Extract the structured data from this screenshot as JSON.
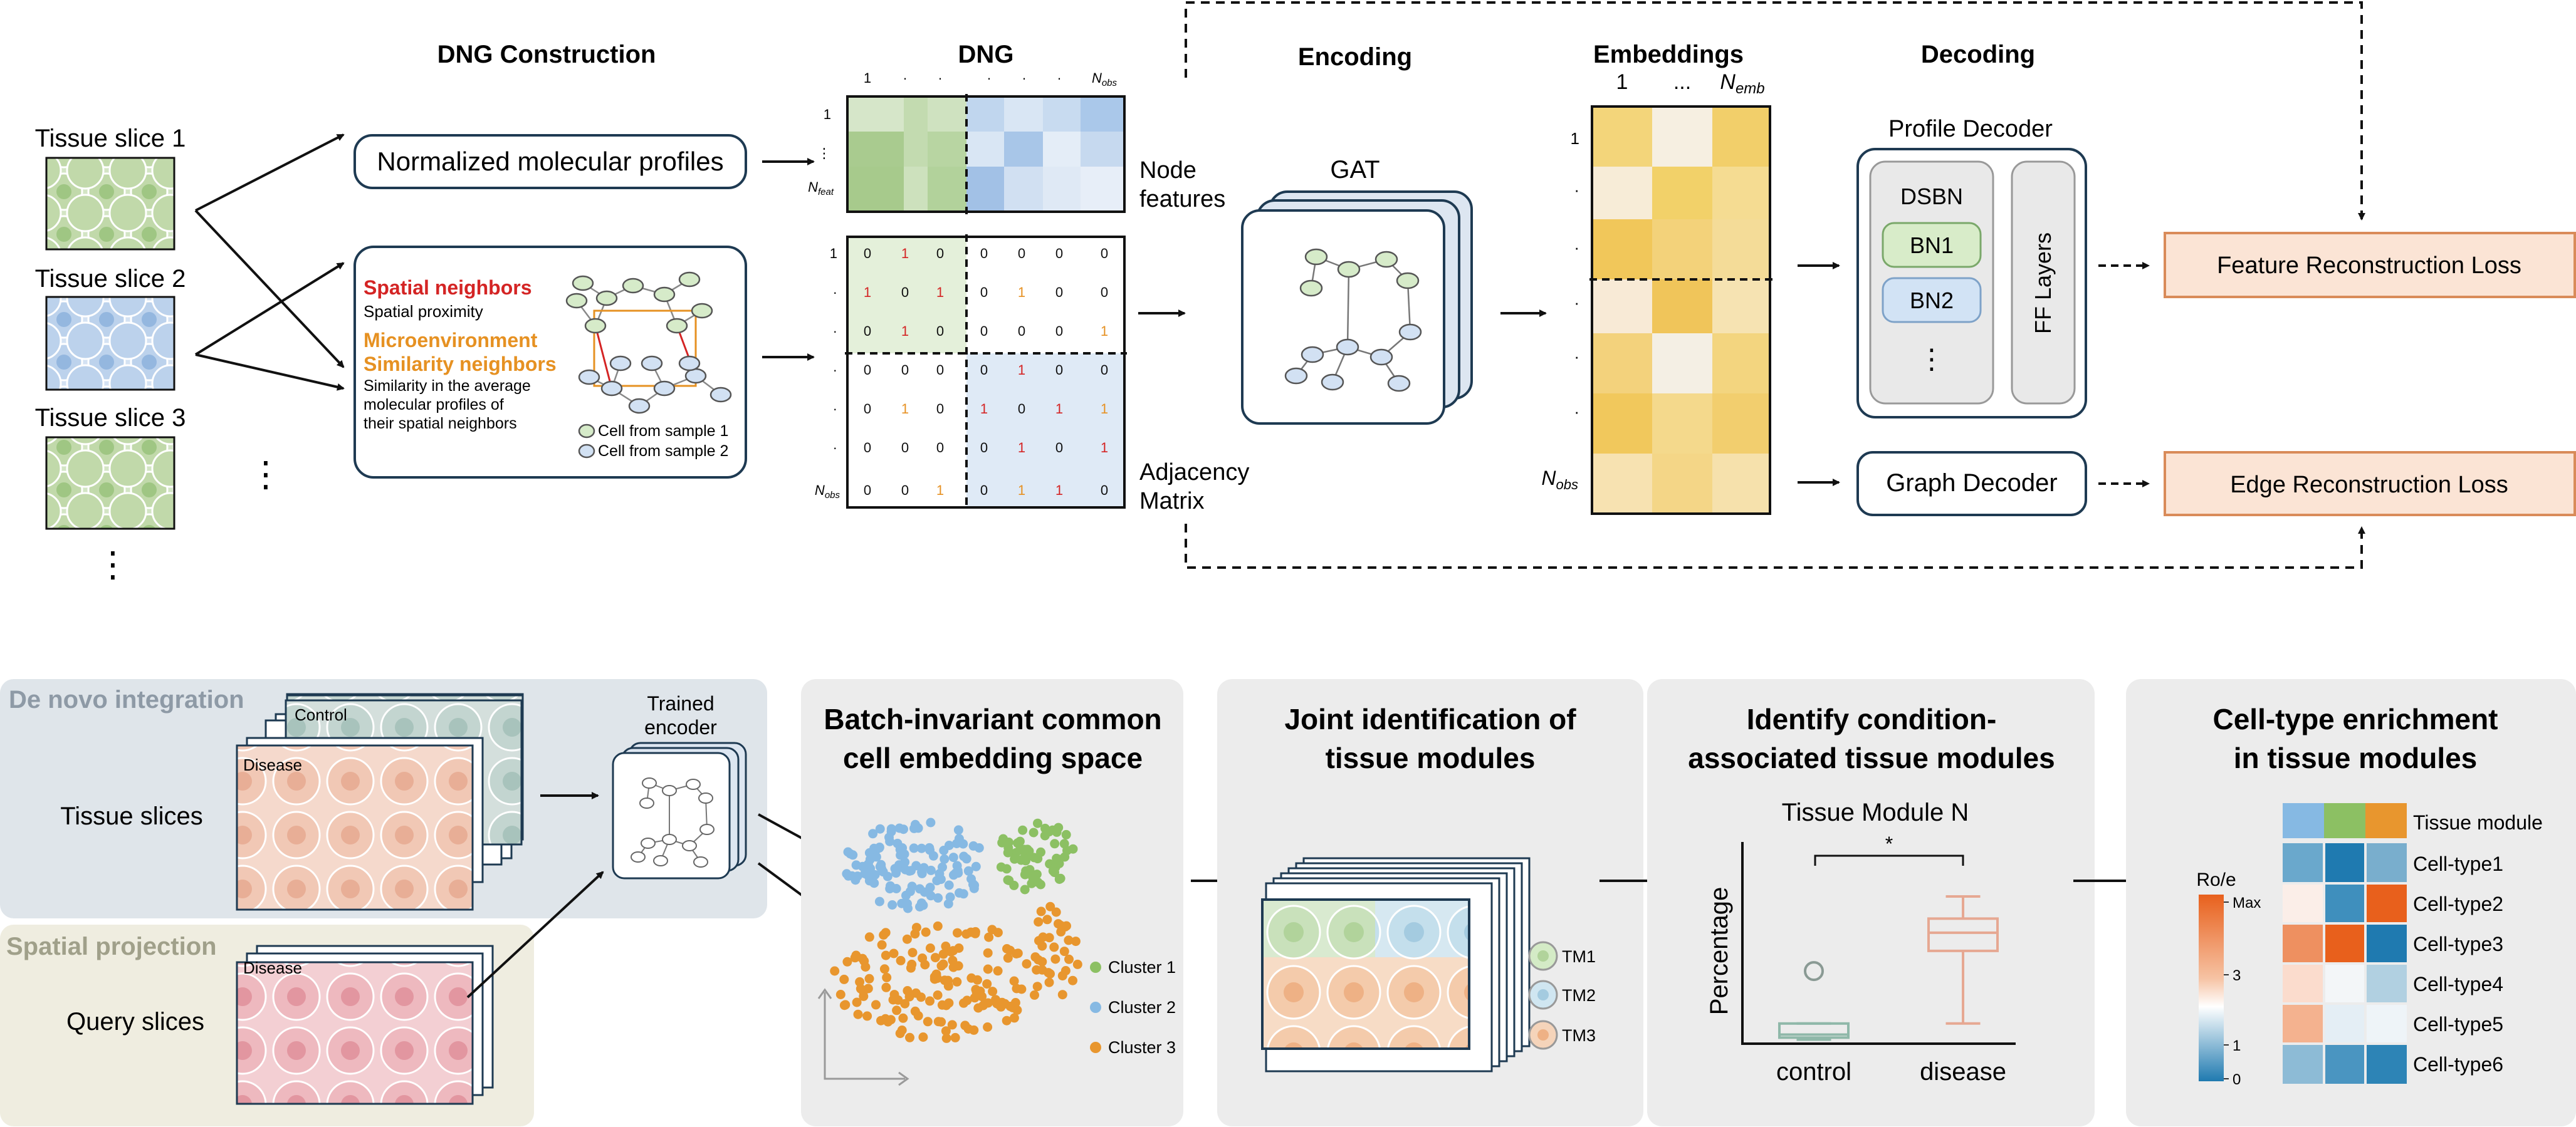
{
  "top": {
    "headers": {
      "dng_construction": "DNG Construction",
      "dng": "DNG",
      "encoding": "Encoding",
      "embeddings": "Embeddings",
      "decoding": "Decoding"
    },
    "tissue_slices": [
      "Tissue slice 1",
      "Tissue slice 2",
      "Tissue slice 3"
    ],
    "vertical_ellipsis": "⋮",
    "normalized_profiles": "Normalized molecular profiles",
    "neighbors_box": {
      "spatial_title": "Spatial neighbors",
      "spatial_desc": "Spatial proximity",
      "micro_title_1": "Microenvironment",
      "micro_title_2": "Similarity neighbors",
      "micro_desc_1": "Similarity in the average",
      "micro_desc_2": "molecular profiles of",
      "micro_desc_3": "their spatial neighbors",
      "legend_sample1": "Cell from sample 1",
      "legend_sample2": "Cell from sample 2"
    },
    "feature_matrix": {
      "col_labels": [
        "1",
        "·",
        "·",
        "·",
        "·",
        "·",
        "N"
      ],
      "col_last_sub": "obs",
      "row_labels": [
        "1",
        "⋮",
        "N"
      ],
      "row_last_sub": "feat",
      "side_label_1": "Node",
      "side_label_2": "features"
    },
    "adjacency": {
      "row_labels": [
        "1",
        "·",
        "·",
        "·",
        "·",
        "·",
        "N"
      ],
      "row_last_sub": "obs",
      "rows": [
        [
          "0",
          "1",
          "0",
          "0",
          "0",
          "0",
          "0"
        ],
        [
          "1",
          "0",
          "1",
          "0",
          "1",
          "0",
          "0"
        ],
        [
          "0",
          "1",
          "0",
          "0",
          "0",
          "0",
          "1"
        ],
        [
          "0",
          "0",
          "0",
          "0",
          "1",
          "0",
          "0"
        ],
        [
          "0",
          "1",
          "0",
          "1",
          "0",
          "1",
          "1"
        ],
        [
          "0",
          "0",
          "0",
          "0",
          "1",
          "0",
          "1"
        ],
        [
          "0",
          "0",
          "1",
          "0",
          "1",
          "1",
          "0"
        ]
      ],
      "side_label_1": "Adjacency",
      "side_label_2": "Matrix"
    },
    "gat_label": "GAT",
    "embeddings": {
      "col_labels": [
        "1",
        "...",
        "N"
      ],
      "col_last_sub": "emb",
      "row_labels": [
        "1",
        "·",
        "·",
        "·",
        "·",
        "·",
        "·"
      ],
      "n_obs": "N",
      "n_obs_sub": "obs"
    },
    "profile_decoder": {
      "title": "Profile Decoder",
      "dsbn": "DSBN",
      "bn1": "BN1",
      "bn2": "BN2",
      "ellipsis": "⋮",
      "ff_layers": "FF Layers"
    },
    "graph_decoder": "Graph Decoder",
    "feature_loss": "Feature Reconstruction Loss",
    "edge_loss": "Edge Reconstruction Loss"
  },
  "bottom": {
    "denovo": {
      "title": "De novo integration",
      "control": "Control",
      "disease": "Disease",
      "tissue_slices": "Tissue slices"
    },
    "spatial_projection": {
      "title": "Spatial projection",
      "disease": "Disease",
      "query_slices": "Query slices"
    },
    "trained_encoder_1": "Trained",
    "trained_encoder_2": "encoder",
    "panel1": {
      "title_1": "Batch-invariant common",
      "title_2": "cell embedding space",
      "legend": [
        "Cluster 1",
        "Cluster 2",
        "Cluster 3"
      ]
    },
    "panel2": {
      "title_1": "Joint identification of",
      "title_2": "tissue modules",
      "legend": [
        "TM1",
        "TM2",
        "TM3"
      ]
    },
    "panel3": {
      "title_1": "Identify condition-",
      "title_2": "associated tissue modules",
      "chart_title": "Tissue Module N",
      "ylabel": "Percentage",
      "sig": "*"
    },
    "panel4": {
      "title_1": "Cell-type enrichment",
      "title_2": "in tissue modules",
      "tm_label": "Tissue module",
      "scale_title": "Ro/e",
      "scale_ticks": [
        "Max",
        "3",
        "1",
        "0"
      ],
      "rows": [
        "Cell-type1",
        "Cell-type2",
        "Cell-type3",
        "Cell-type4",
        "Cell-type5",
        "Cell-type6"
      ]
    }
  },
  "colors": {
    "green_fill": "#c5dcb1",
    "green_cell": "#a9cb8f",
    "blue_fill": "#c6d8ee",
    "blue_cell": "#9dbde2",
    "red_text": "#d42424",
    "orange_text": "#e69122",
    "dark_stroke": "#1e3a52",
    "loss_fill": "#fbe4d5",
    "loss_stroke": "#d98b59",
    "panel_gray": "#ececec",
    "denovo_bg": "#dfe5ea",
    "projection_bg": "#efede0"
  },
  "chart_data": {
    "type": "box",
    "title": "Tissue Module N",
    "ylabel": "Percentage",
    "categories": [
      "control",
      "disease"
    ],
    "series": [
      {
        "name": "control",
        "whisker_low": 0.02,
        "q1": 0.03,
        "median": 0.045,
        "q3": 0.1,
        "whisker_high": 0.1,
        "outliers": [
          0.36
        ]
      },
      {
        "name": "disease",
        "whisker_low": 0.1,
        "q1": 0.46,
        "median": 0.55,
        "q3": 0.62,
        "whisker_high": 0.73,
        "outliers": []
      }
    ],
    "ylim": [
      0,
      1
    ],
    "annotations": [
      "*"
    ]
  }
}
